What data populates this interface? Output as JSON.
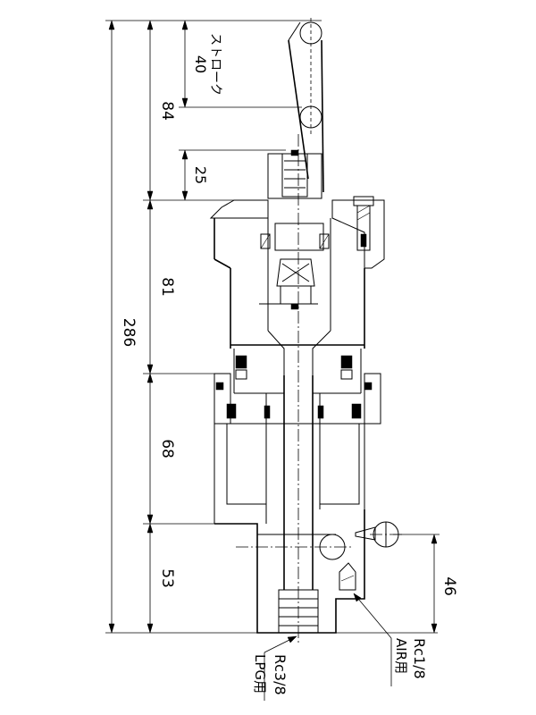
{
  "dimensions": {
    "stroke_label": "ストローク",
    "stroke_value": "40",
    "d84": "84",
    "d25": "25",
    "d81": "81",
    "d286": "286",
    "d68": "68",
    "d53": "53",
    "d46": "46"
  },
  "ports": {
    "lpg_thread": "Rc3/8",
    "lpg_label": "LPG用",
    "air_thread": "Rc1/8",
    "air_label": "AIR用"
  }
}
